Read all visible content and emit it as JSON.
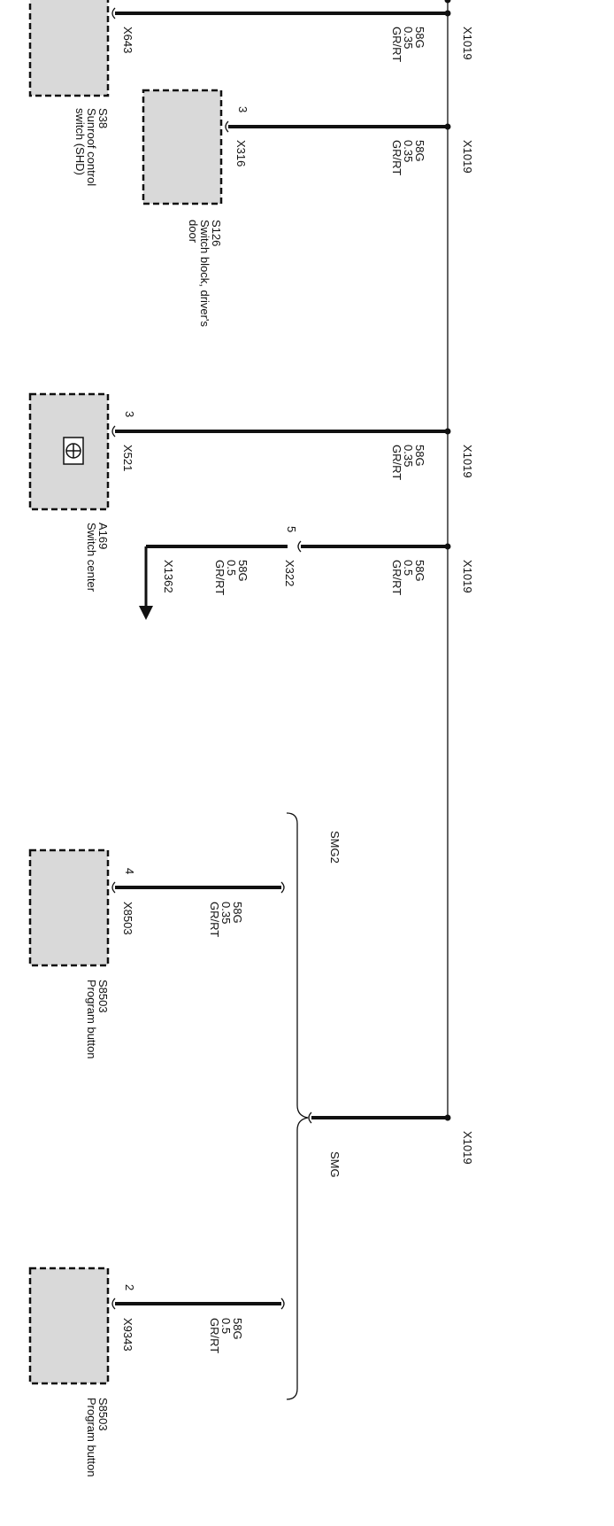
{
  "connectors": {
    "x1019": "X1019",
    "x643": "X643",
    "x316": "X316",
    "x521": "X521",
    "x322": "X322",
    "x1362": "X1362",
    "x8503": "X8503",
    "x9343": "X9343"
  },
  "pins": {
    "s126": "3",
    "a169": "3",
    "x322": "5",
    "s8503_a": "4",
    "s8503_b": "2"
  },
  "wires": {
    "w1": {
      "signal": "58G",
      "size": "0.35",
      "color": "GR/RT"
    },
    "w2": {
      "signal": "58G",
      "size": "0.35",
      "color": "GR/RT"
    },
    "w3": {
      "signal": "58G",
      "size": "0.35",
      "color": "GR/RT"
    },
    "w4": {
      "signal": "58G",
      "size": "0.5",
      "color": "GR/RT"
    },
    "w4b": {
      "signal": "58G",
      "size": "0.5",
      "color": "GR/RT"
    },
    "w5": {
      "signal": "58G",
      "size": "0.35",
      "color": "GR/RT"
    },
    "w6": {
      "signal": "58G",
      "size": "0.5",
      "color": "GR/RT"
    }
  },
  "components": {
    "s38": {
      "id": "S38",
      "line1": "Sunroof control",
      "line2": "switch (SHD)"
    },
    "s126": {
      "id": "S126",
      "line1": "Switch block, driver's",
      "line2": "door"
    },
    "a169": {
      "id": "A169",
      "line1": "Switch center"
    },
    "s8503_a": {
      "id": "S8503",
      "line1": "Program button"
    },
    "s8503_b": {
      "id": "S8503",
      "line1": "Program button"
    }
  },
  "buses": {
    "smg2": "SMG2",
    "smg": "SMG"
  },
  "colors": {
    "ink": "#111111",
    "component_fill": "#d9d9d9"
  }
}
